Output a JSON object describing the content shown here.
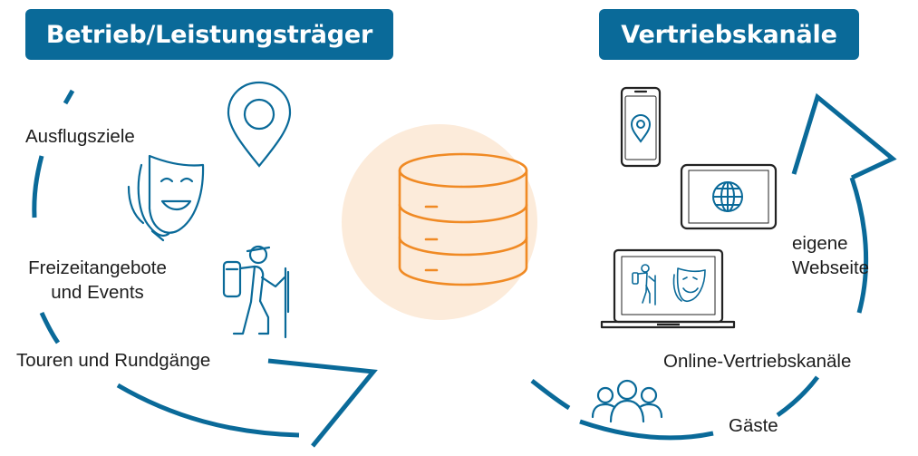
{
  "colors": {
    "primary": "#0a6a99",
    "accent": "#f08a24",
    "accent_bg": "#fcebda",
    "text": "#1d1d1d"
  },
  "header_left": {
    "label": "Betrieb/Leistungsträger"
  },
  "header_right": {
    "label": "Vertriebskanäle"
  },
  "left_items": {
    "ausflugsziele": "Ausflugsziele",
    "freizeit_line1": "Freizeitangebote",
    "freizeit_line2": "und Events",
    "touren": "Touren und Rundgänge"
  },
  "right_items": {
    "webseite_line1": "eigene",
    "webseite_line2": "Webseite",
    "online": "Online-Vertriebskanäle",
    "gaeste": "Gäste"
  },
  "icons": {
    "location": "location-pin-icon",
    "masks": "theater-masks-icon",
    "hiker": "hiker-icon",
    "database": "database-icon",
    "phone": "smartphone-icon",
    "tablet": "tablet-globe-icon",
    "laptop": "laptop-icon",
    "guests": "guests-group-icon"
  }
}
